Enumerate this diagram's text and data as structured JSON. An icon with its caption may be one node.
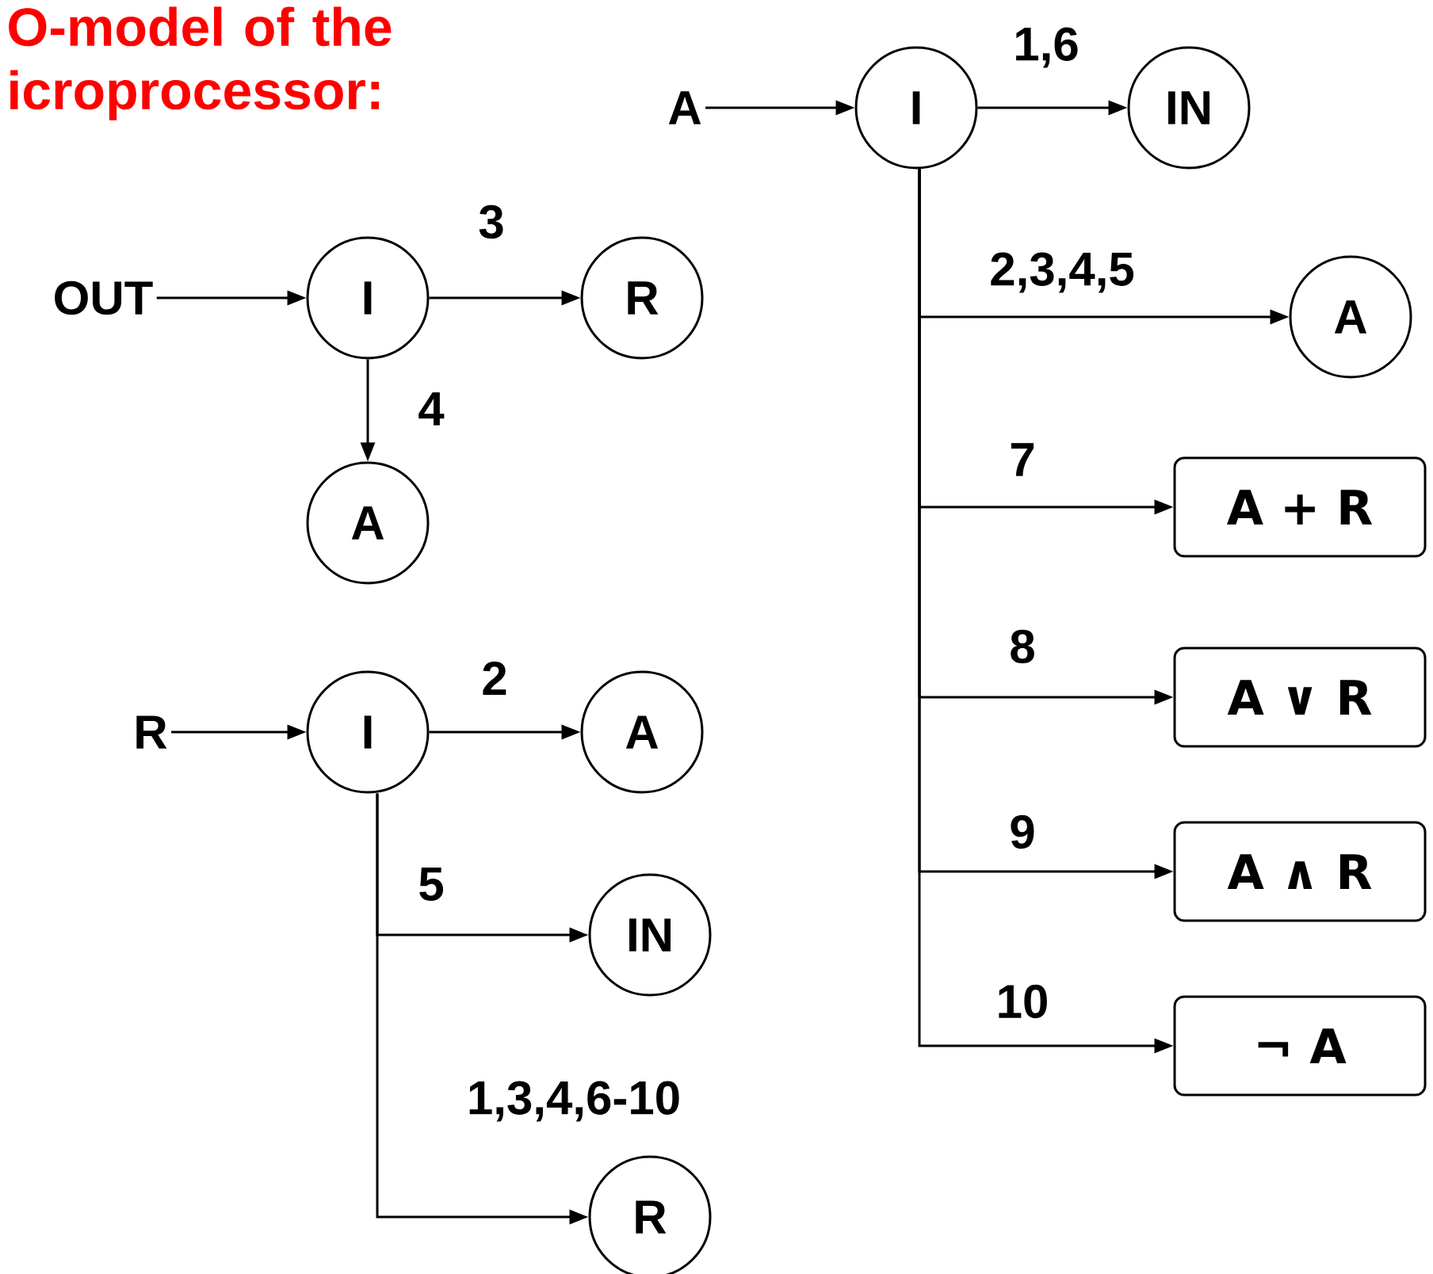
{
  "diagram": {
    "title": "O-model of the icroprocessor:",
    "nodes": [
      {
        "text": [
          "OUT"
        ]
      },
      {
        "text": [
          "I"
        ]
      },
      {
        "text": [
          "R"
        ]
      },
      {
        "text": [
          "A"
        ]
      },
      {
        "text": [
          "R"
        ]
      },
      {
        "text": [
          "I"
        ]
      },
      {
        "text": [
          "A"
        ]
      },
      {
        "text": [
          "IN"
        ]
      },
      {
        "text": [
          "R"
        ]
      },
      {
        "text": [
          "A"
        ]
      },
      {
        "text": [
          "I"
        ]
      },
      {
        "text": [
          "IN"
        ]
      },
      {
        "text": [
          "A"
        ]
      },
      {
        "text": [
          "A + R"
        ]
      },
      {
        "text": [
          "A ∨ R"
        ]
      },
      {
        "text": [
          "A ∧ R"
        ]
      },
      {
        "text": [
          "¬ A"
        ]
      }
    ],
    "edges": [
      {
        "from": 0,
        "to": 1,
        "arrow": "to"
      },
      {
        "from": 1,
        "to": 2,
        "arrow": "to",
        "label": "3"
      },
      {
        "from": 1,
        "to": 3,
        "arrow": "to",
        "label": "4"
      },
      {
        "from": 4,
        "to": 5,
        "arrow": "to"
      },
      {
        "from": 5,
        "to": 6,
        "arrow": "to",
        "label": "2"
      },
      {
        "from": 5,
        "to": 7,
        "arrow": "to",
        "label": "5"
      },
      {
        "from": 5,
        "to": 8,
        "arrow": "to",
        "label": "1,3,4,6-10"
      },
      {
        "from": 9,
        "to": 10,
        "arrow": "to"
      },
      {
        "from": 10,
        "to": 11,
        "arrow": "to",
        "label": "1,6"
      },
      {
        "from": 10,
        "to": 12,
        "arrow": "to",
        "label": "2,3,4,5"
      },
      {
        "from": 10,
        "to": 13,
        "arrow": "to",
        "label": "7"
      },
      {
        "from": 10,
        "to": 14,
        "arrow": "to",
        "label": "8"
      },
      {
        "from": 10,
        "to": 15,
        "arrow": "to",
        "label": "9"
      },
      {
        "from": 10,
        "to": 16,
        "arrow": "to",
        "label": "10"
      }
    ]
  }
}
